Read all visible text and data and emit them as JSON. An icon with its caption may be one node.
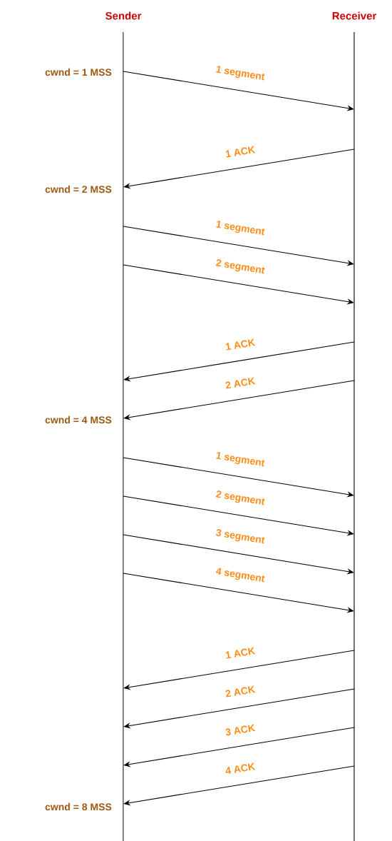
{
  "diagram": {
    "nodes": [
      {
        "text": [
          "Sender"
        ]
      },
      {
        "text": [
          "Receiver"
        ]
      }
    ],
    "edges": [
      {
        "from": 0,
        "to": 1,
        "arrow": "to",
        "label": "1 segment"
      },
      {
        "from": 1,
        "to": 0,
        "arrow": "to",
        "label": "1 ACK"
      },
      {
        "from": 0,
        "to": 1,
        "arrow": "to",
        "label": "1 segment"
      },
      {
        "from": 0,
        "to": 1,
        "arrow": "to",
        "label": "2 segment"
      },
      {
        "from": 1,
        "to": 0,
        "arrow": "to",
        "label": "1 ACK"
      },
      {
        "from": 1,
        "to": 0,
        "arrow": "to",
        "label": "2 ACK"
      },
      {
        "from": 0,
        "to": 1,
        "arrow": "to",
        "label": "1 segment"
      },
      {
        "from": 0,
        "to": 1,
        "arrow": "to",
        "label": "2 segment"
      },
      {
        "from": 0,
        "to": 1,
        "arrow": "to",
        "label": "3 segment"
      },
      {
        "from": 0,
        "to": 1,
        "arrow": "to",
        "label": "4 segment"
      },
      {
        "from": 1,
        "to": 0,
        "arrow": "to",
        "label": "1 ACK"
      },
      {
        "from": 1,
        "to": 0,
        "arrow": "to",
        "label": "2 ACK"
      },
      {
        "from": 1,
        "to": 0,
        "arrow": "to",
        "label": "3 ACK"
      },
      {
        "from": 1,
        "to": 0,
        "arrow": "to",
        "label": "4 ACK"
      }
    ],
    "labels": [
      "cwnd = 1 MSS",
      "cwnd = 2 MSS",
      "cwnd = 4 MSS",
      "cwnd = 8 MSS"
    ]
  }
}
